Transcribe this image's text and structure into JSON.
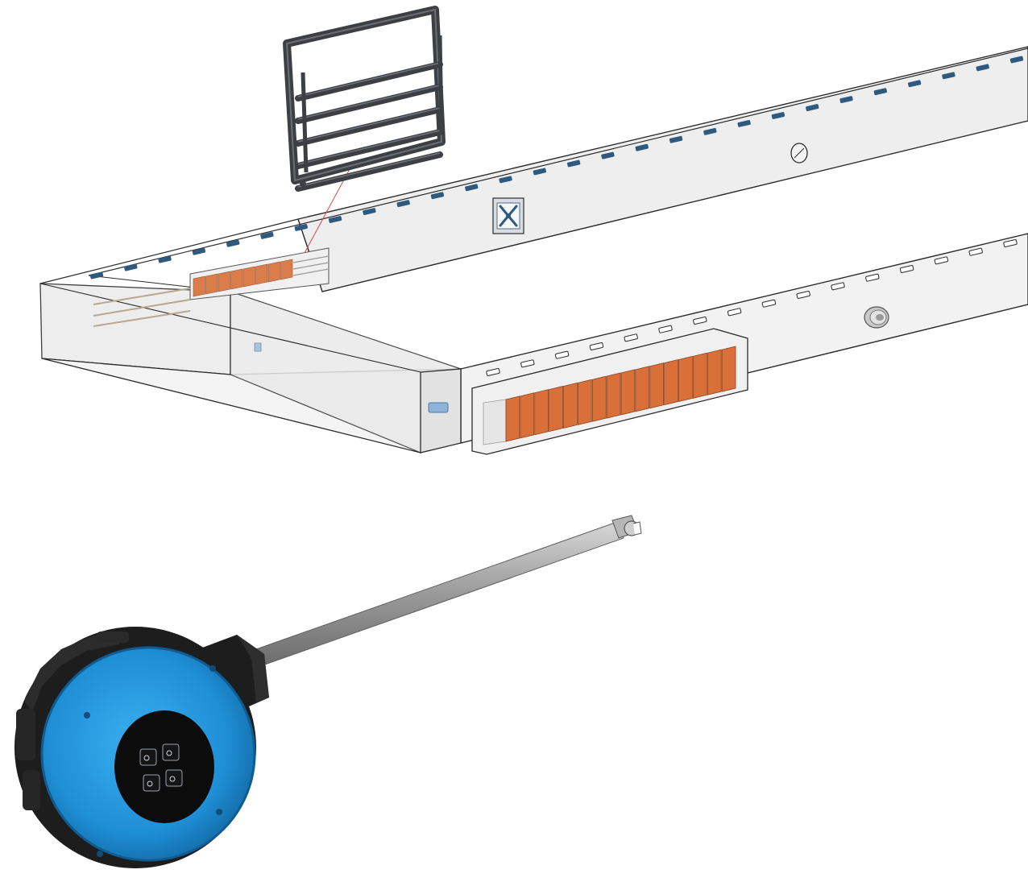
{
  "colors": {
    "background": "#ffffff",
    "building_fill": "#eeeeee",
    "building_stroke": "#2b2b2b",
    "roof_inlet": "#2f5a80",
    "cooling_pad": "#d9703a",
    "inlet_frame": "#3c3f44",
    "sensor_housing": "#1f8fd6",
    "sensor_body": "#1d1d1d",
    "probe_rod": "#9a9a9a",
    "guide_line": "#e04848"
  },
  "icons": {
    "wall_fan": "fan-icon",
    "circular_port": "circle-port-icon",
    "sensor_button": "button-icon"
  },
  "counts": {
    "roof_inlets_upper": 28,
    "roof_inlets_lower": 16,
    "cooling_pad_panels": 16,
    "inlet_louver_slats": 5,
    "sensor_buttons": 4
  }
}
